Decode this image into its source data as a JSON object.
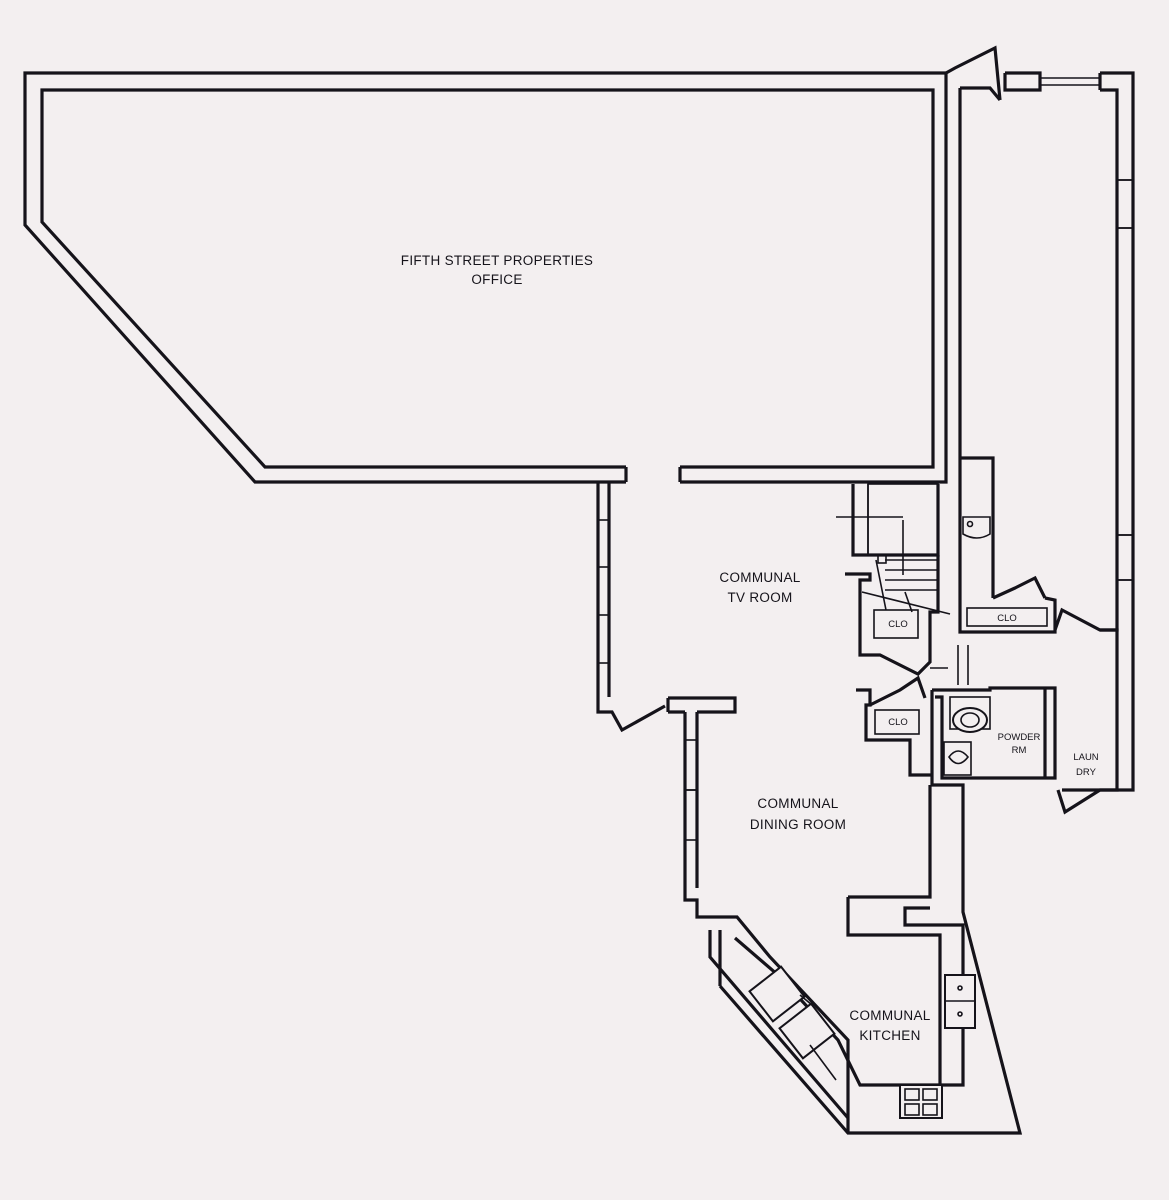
{
  "floorplan": {
    "rooms": {
      "office": {
        "line1": "FIFTH STREET PROPERTIES",
        "line2": "OFFICE"
      },
      "tv_room": {
        "line1": "COMMUNAL",
        "line2": "TV ROOM"
      },
      "dining": {
        "line1": "COMMUNAL",
        "line2": "DINING ROOM"
      },
      "kitchen": {
        "line1": "COMMUNAL",
        "line2": "KITCHEN"
      },
      "powder": {
        "line1": "POWDER",
        "line2": "RM"
      },
      "laundry": {
        "line1": "LAUN",
        "line2": "DRY"
      }
    },
    "closets": {
      "upper_right": "CLO",
      "stair_side": "CLO",
      "lower_left": "CLO"
    },
    "colors": {
      "background": "#f3eff0",
      "wall": "#15131a"
    }
  }
}
